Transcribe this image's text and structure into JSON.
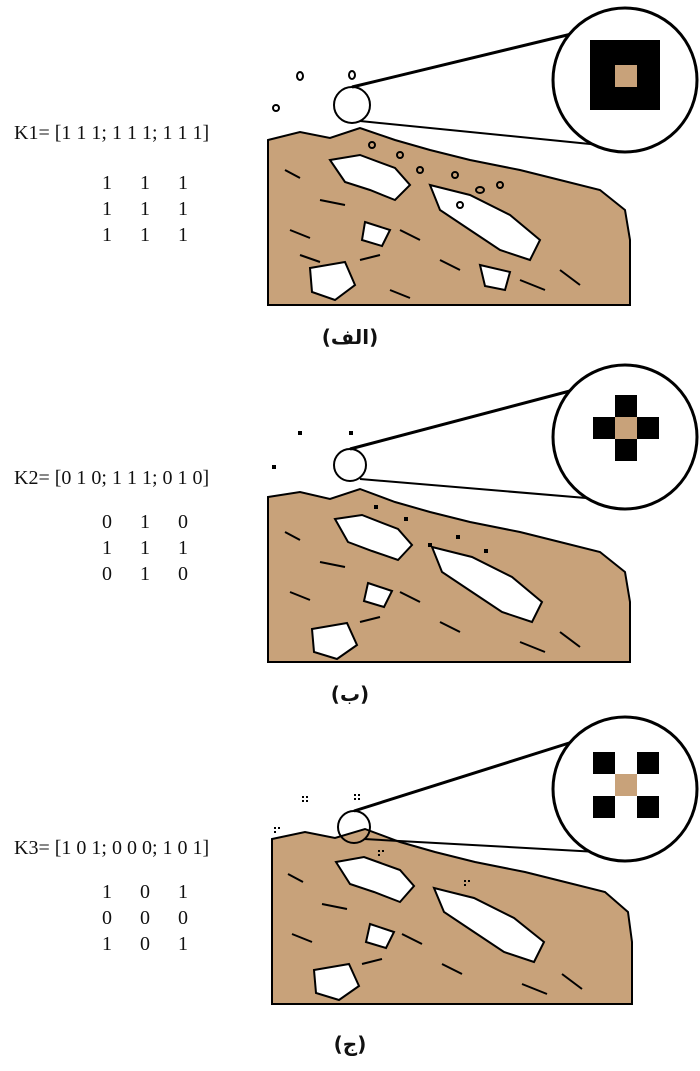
{
  "colors": {
    "land": "#c8a27a",
    "ink": "#000000",
    "background": "#ffffff"
  },
  "panels": [
    {
      "id": "alef",
      "caption": "(الف)",
      "kernel_label": "K1= [1 1 1; 1 1 1; 1 1 1]",
      "matrix": [
        [
          "1",
          "1",
          "1"
        ],
        [
          "1",
          "1",
          "1"
        ],
        [
          "1",
          "1",
          "1"
        ]
      ],
      "structuring_element": "square"
    },
    {
      "id": "be",
      "caption": "(ب)",
      "kernel_label": "K2= [0 1 0; 1 1 1; 0 1 0]",
      "matrix": [
        [
          "0",
          "1",
          "0"
        ],
        [
          "1",
          "1",
          "1"
        ],
        [
          "0",
          "1",
          "0"
        ]
      ],
      "structuring_element": "cross"
    },
    {
      "id": "jim",
      "caption": "(ج)",
      "kernel_label": "K3= [1 0 1; 0 0 0; 1 0 1]",
      "matrix": [
        [
          "1",
          "0",
          "1"
        ],
        [
          "0",
          "0",
          "0"
        ],
        [
          "1",
          "0",
          "1"
        ]
      ],
      "structuring_element": "diagonal-corners"
    }
  ]
}
